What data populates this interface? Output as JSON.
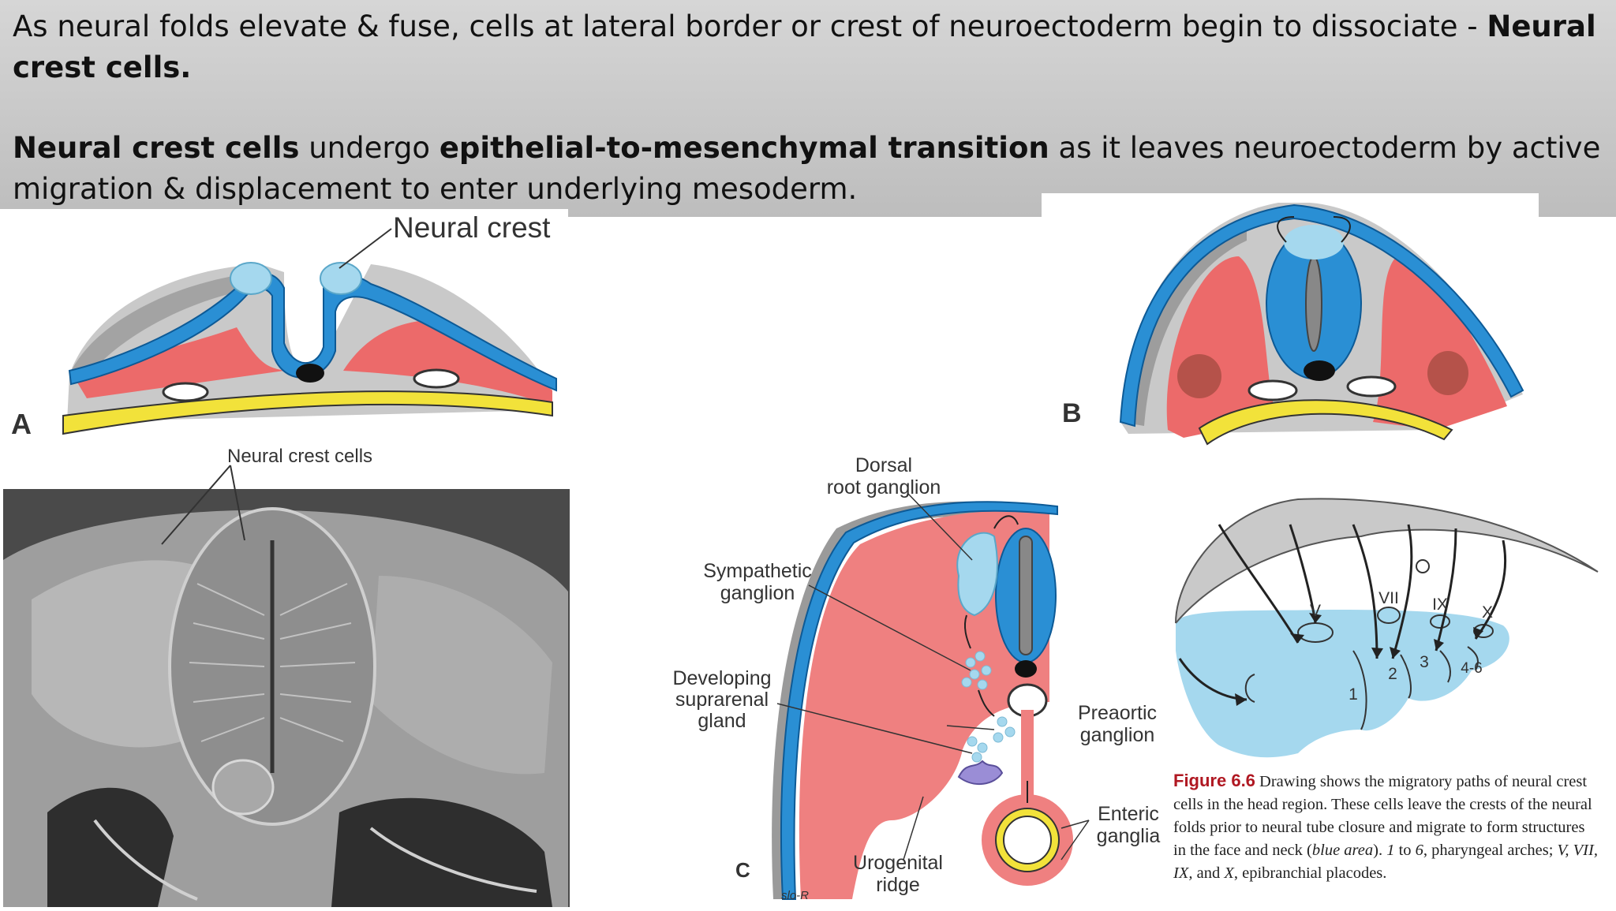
{
  "header": {
    "p1_text": "As neural folds elevate & fuse, cells at lateral border or crest of neuroectoderm begin to dissociate - ",
    "p1_bold": "Neural crest cells.",
    "p2_bold1": "Neural crest cells",
    "p2_text1": "  undergo ",
    "p2_bold2": "epithelial-to-mesenchymal  transition",
    "p2_text2": " as it leaves neuroectoderm by active migration & displacement to enter  underlying mesoderm."
  },
  "figA": {
    "panel_label": "A",
    "label": "Neural crest"
  },
  "figB": {
    "panel_label": "B"
  },
  "sem": {
    "label": "Neural crest cells"
  },
  "figC": {
    "panel_label": "C",
    "dorsal": [
      "Dorsal",
      "root ganglion"
    ],
    "sympathetic": [
      "Sympathetic",
      "ganglion"
    ],
    "suprarenal": [
      "Developing",
      "suprarenal",
      "gland"
    ],
    "preaortic": [
      "Preaortic",
      "ganglion"
    ],
    "enteric": [
      "Enteric",
      "ganglia"
    ],
    "urogenital": [
      "Urogenital",
      "ridge"
    ],
    "signature": "slo-R"
  },
  "fig66": {
    "placodes": [
      "V",
      "VII",
      "IX",
      "X"
    ],
    "arches": [
      "1",
      "2",
      "3",
      "4-6"
    ],
    "caption_num": "Figure 6.6",
    "caption_p1": " Drawing shows the migratory paths of neural crest cells in the head region. These cells leave the crests of the neural folds prior to neural tube closure and migrate to form structures in the face and neck (",
    "caption_it1": "blue area",
    "caption_p2": "). ",
    "caption_it2": "1",
    "caption_p3": " to ",
    "caption_it3": "6",
    "caption_p4": ", pharyngeal arches; ",
    "caption_it4": "V, VII, IX,",
    "caption_p5": " and ",
    "caption_it5": "X",
    "caption_p6": ", epibranchial placodes."
  },
  "colors": {
    "ectoderm_blue": "#2a8fd4",
    "mesoderm_red": "#ec6a6a",
    "crest_light_blue": "#a5d8ee",
    "endoderm_yellow": "#f2e23a",
    "header_gray": "#c8c8c8"
  }
}
